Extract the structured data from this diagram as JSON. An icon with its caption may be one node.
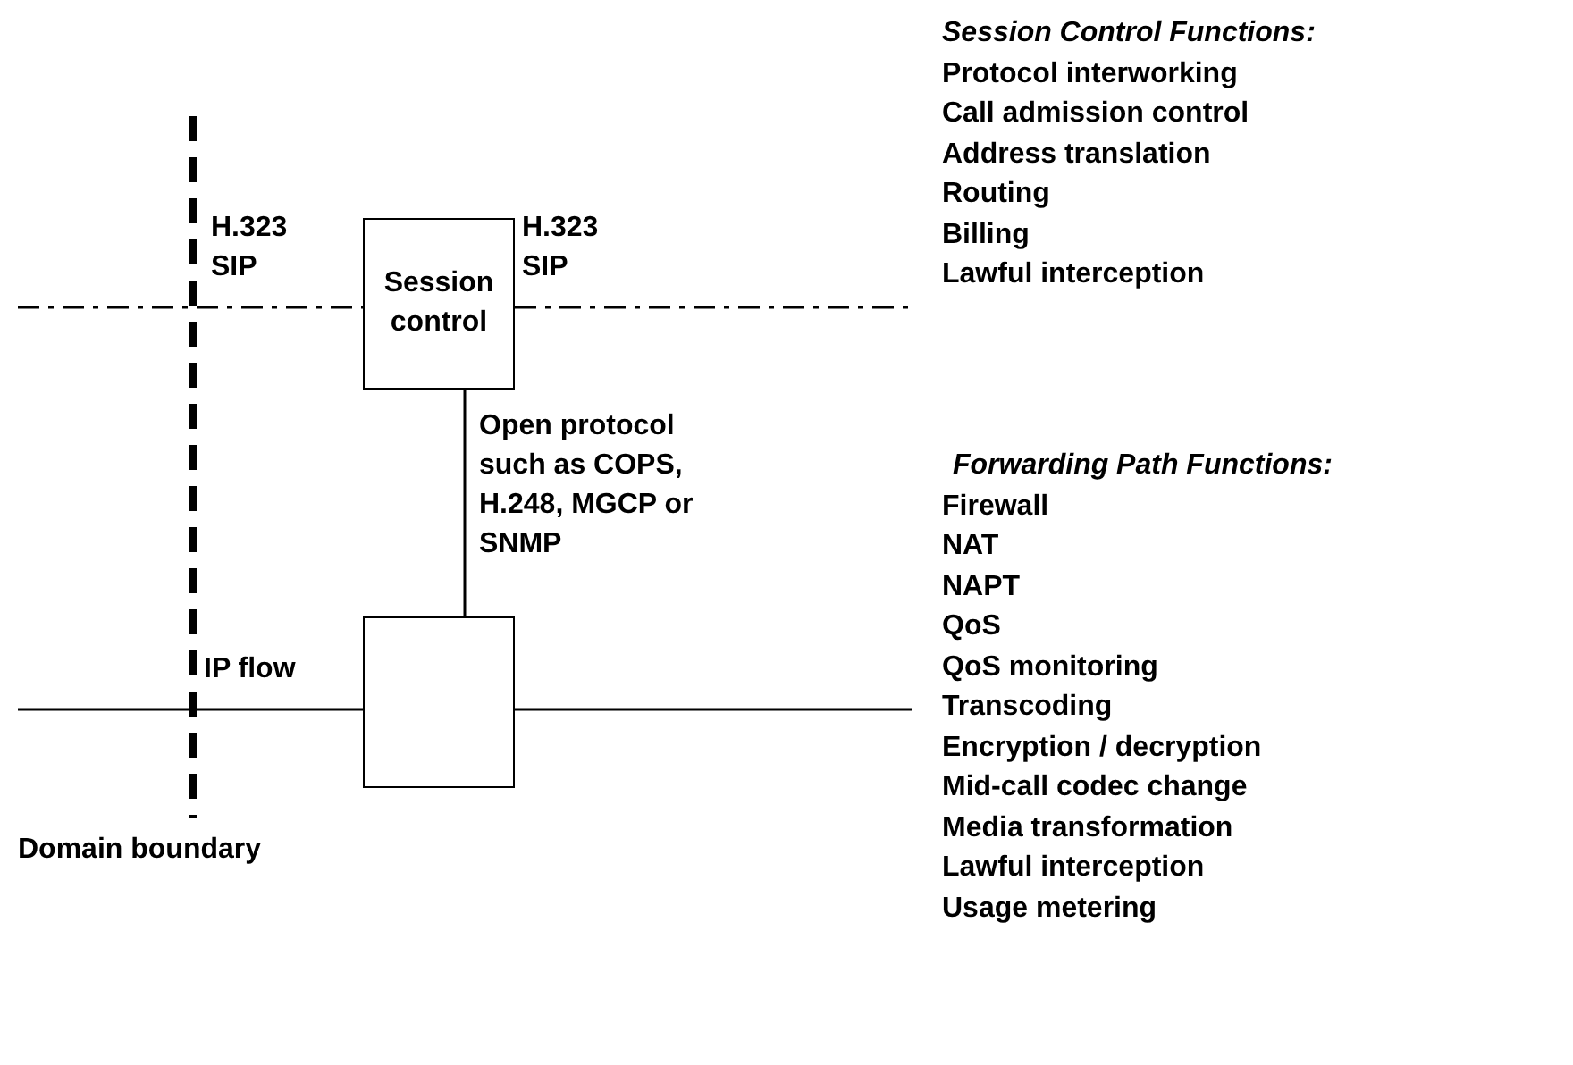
{
  "diagram": {
    "nodes": [
      {
        "text": [
          "Session control"
        ]
      },
      {
        "text": [],
        "shape": "box"
      }
    ],
    "edges": [
      {
        "from": 0,
        "to": 1,
        "arrow": "none",
        "label": "Open protocol such as COPS, H.248, MGCP or SNMP"
      },
      {
        "from": null,
        "to": 0,
        "arrow": "none",
        "label": "H.323 SIP",
        "style": "dashed"
      },
      {
        "from": 0,
        "to": null,
        "arrow": "none",
        "label": "H.323 SIP",
        "style": "dashed"
      },
      {
        "from": null,
        "to": 1,
        "arrow": "none",
        "label": "IP flow"
      },
      {
        "from": 1,
        "to": null,
        "arrow": "none"
      }
    ],
    "labels": [
      "Session Control Functions:",
      "Protocol interworking",
      "Call admission control",
      "Address translation",
      "Routing",
      "Billing",
      "Lawful interception",
      "Forwarding Path Functions:",
      "Firewall",
      "NAT",
      "NAPT",
      "QoS",
      "QoS monitoring",
      "Transcoding",
      "Encryption / decryption",
      "Mid-call codec change",
      "Media transformation",
      "Lawful interception",
      "Usage metering",
      "Domain boundary"
    ]
  }
}
